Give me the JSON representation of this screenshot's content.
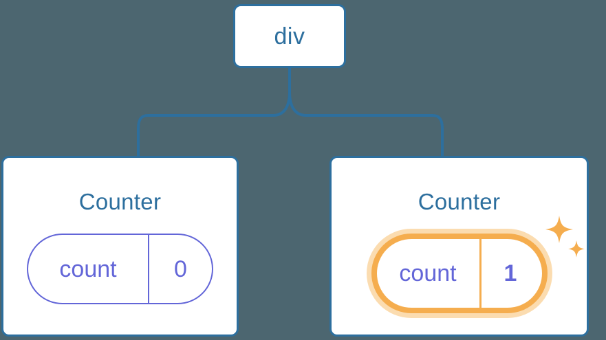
{
  "diagram": {
    "type": "component-tree",
    "background_color": "#4c6670",
    "node_border_color": "#2d6f9e",
    "accent_highlight_color": "#f5ad4e",
    "accent_glow_color": "#fbdcb0",
    "state_color": "#6366d8",
    "root": {
      "label": "div"
    },
    "children": [
      {
        "title": "Counter",
        "state": {
          "key": "count",
          "value": "0",
          "highlighted": false
        }
      },
      {
        "title": "Counter",
        "state": {
          "key": "count",
          "value": "1",
          "highlighted": true
        },
        "decoration": "sparkles"
      }
    ]
  }
}
